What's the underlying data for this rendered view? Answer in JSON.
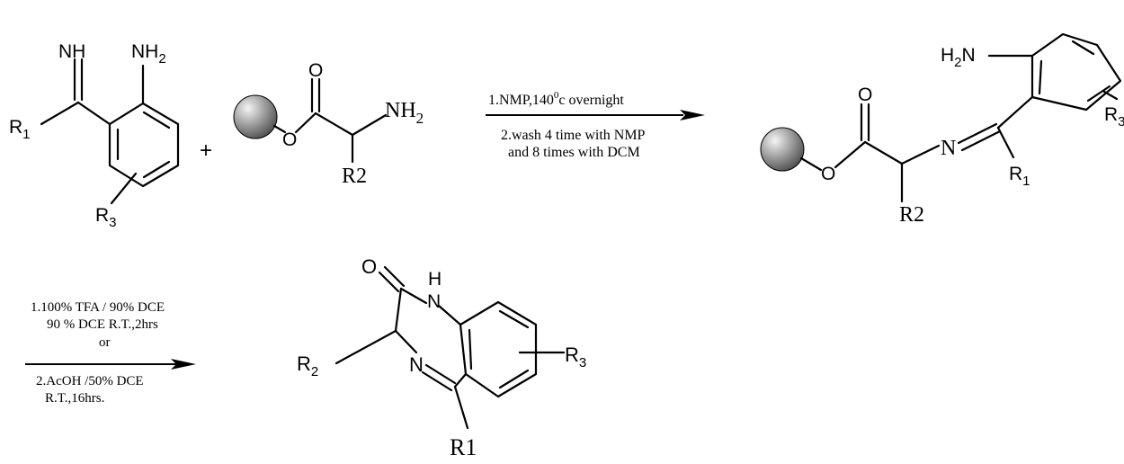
{
  "colors": {
    "ink": "#000000",
    "bead_light": "#f4f4f4",
    "bead_dark": "#505050",
    "background": "#ffffff"
  },
  "scheme": {
    "reactant_1": {
      "imine": "NH",
      "amine": "NH",
      "amine_sub": "2",
      "r1": "R",
      "r1_sub": "1",
      "r3": "R",
      "r3_sub": "3"
    },
    "plus": "+",
    "reactant_2": {
      "carbonyl_o": "O",
      "ester_o": "O",
      "amine": "NH",
      "amine_sub": "2",
      "side_chain": "R2"
    },
    "step1": {
      "line1_main": "1.NMP,140",
      "line1_sup": "0",
      "line1_tail": "c overnight",
      "line2": "2.wash 4 time with NMP",
      "line3": "and 8 times with DCM"
    },
    "intermediate": {
      "amine": "H",
      "amine_sub": "2",
      "amine_n": "N",
      "carbonyl_o": "O",
      "ester_o": "O",
      "imine_n": "N",
      "r1": "R",
      "r1_sub": "1",
      "r3": "R",
      "r3_sub": "3",
      "side_chain": "R2"
    },
    "step2": {
      "line1": "1.100% TFA / 90% DCE",
      "line2": "90 % DCE R.T.,2hrs",
      "line3": "or",
      "line4": "2.AcOH /50% DCE",
      "line5": "R.T.,16hrs."
    },
    "product": {
      "carbonyl_o": "O",
      "nh_h": "H",
      "nh_n": "N",
      "r2": "R",
      "r2_sub": "2",
      "imine_n": "N",
      "r3": "R",
      "r3_sub": "3",
      "r1": "R1"
    }
  }
}
